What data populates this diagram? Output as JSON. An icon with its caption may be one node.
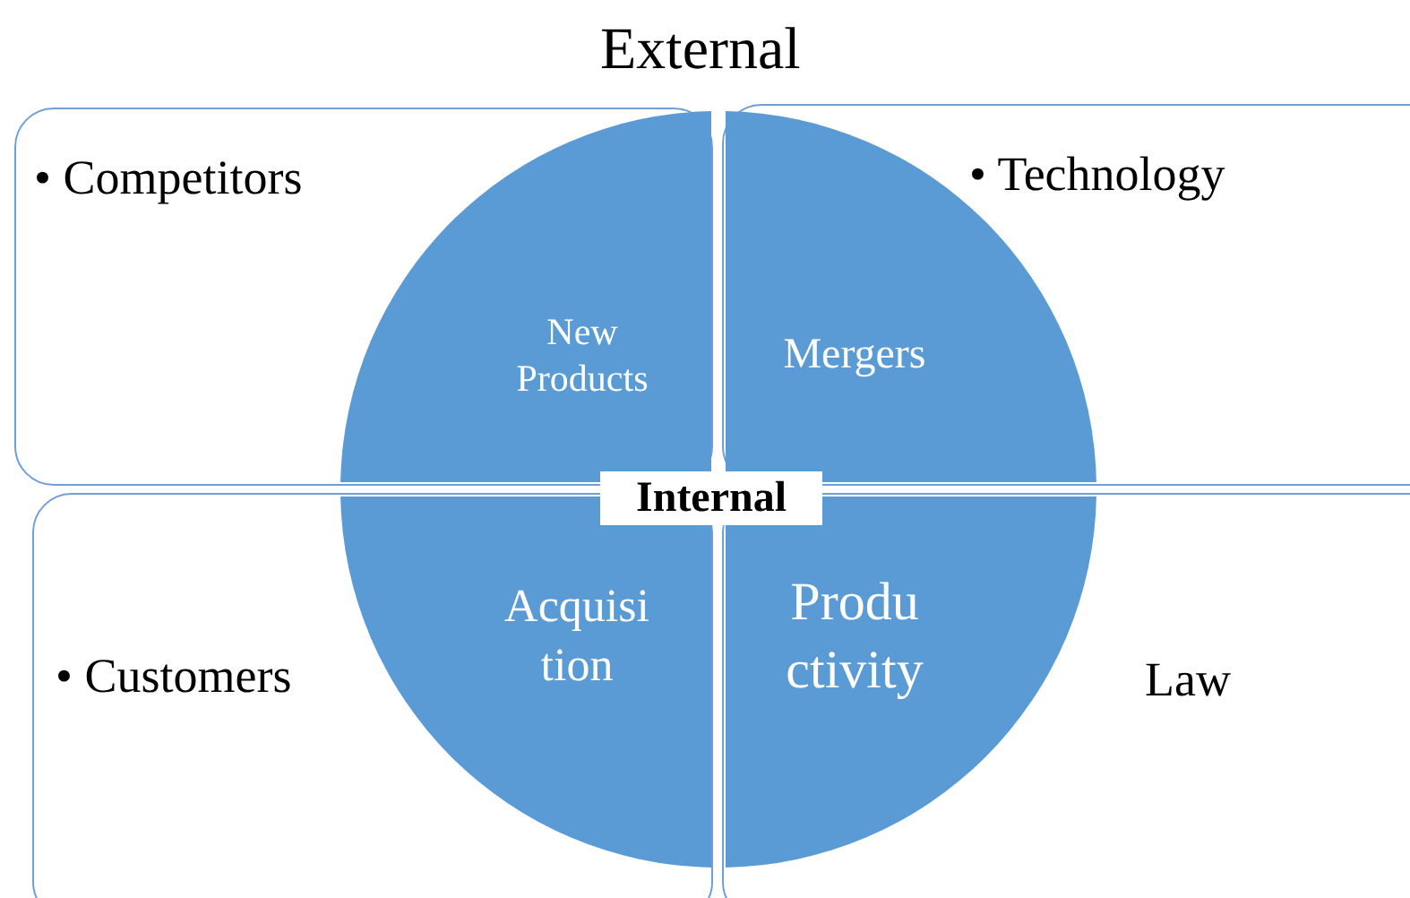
{
  "diagram": {
    "title": "External",
    "nodes": [
      {
        "text": [
          "• Competitors"
        ]
      },
      {
        "text": [
          "• Technology"
        ]
      },
      {
        "text": [
          "• Customers"
        ]
      },
      {
        "text": [
          "Law"
        ]
      },
      {
        "text": [
          "New Products"
        ],
        "in": 0
      },
      {
        "text": [
          "Mergers"
        ],
        "in": 1
      },
      {
        "text": [
          "Acquisi tion"
        ],
        "in": 2
      },
      {
        "text": [
          "Produ ctivity"
        ],
        "in": 3
      },
      {
        "text": [
          "Internal"
        ]
      }
    ]
  }
}
